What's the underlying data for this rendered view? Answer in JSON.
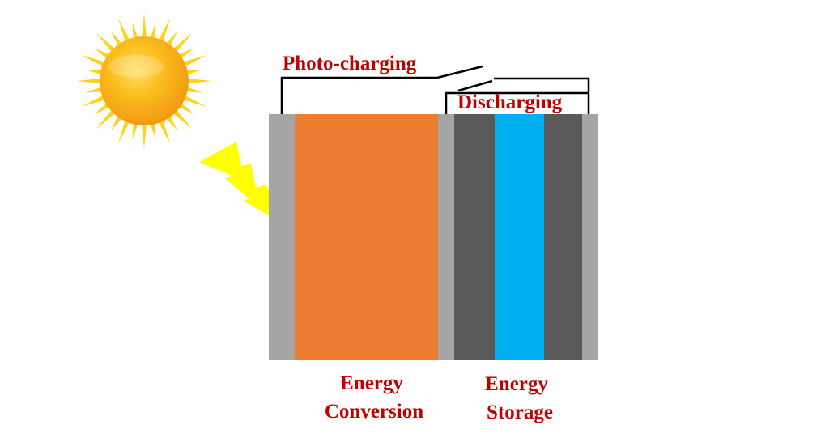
{
  "labels": {
    "photo_charging": "Photo-charging",
    "discharging": "Discharging",
    "energy_conversion_line1": "Energy",
    "energy_conversion_line2": "Conversion",
    "energy_storage_line1": "Energy",
    "energy_storage_line2": "Storage"
  },
  "colors": {
    "label_red": "#c00000",
    "current_collector_gray": "#a5a5a5",
    "conversion_layer_orange": "#ed7d31",
    "electrode_dark_gray": "#595959",
    "electrolyte_blue": "#00b0f0",
    "lightning_yellow": "#ffff00",
    "sun_core": "#f5a623",
    "sun_ray": "#ffd21a",
    "wire_black": "#000000"
  },
  "icons": {
    "sun": "sun-icon",
    "light": "lightning-bolt-icon",
    "switch": "switch-icon"
  }
}
